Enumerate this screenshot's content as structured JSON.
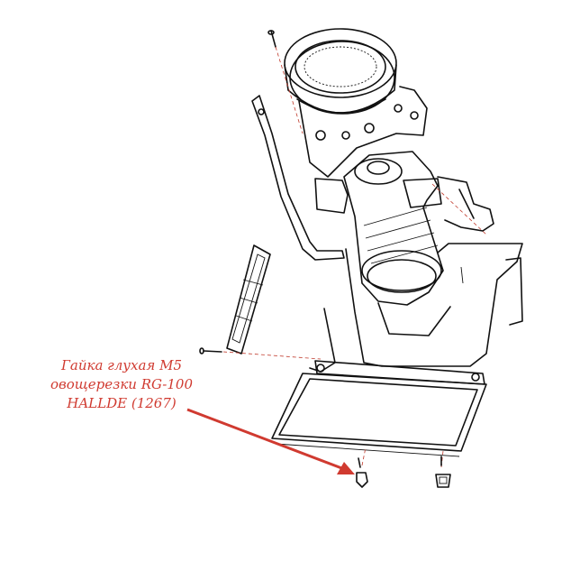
{
  "callout": {
    "lines": [
      "Гайка глухая М5",
      "овощерезки RG-100",
      "HALLDE (1267)"
    ]
  },
  "colors": {
    "callout_text": "#d03a30",
    "arrow": "#d03a30",
    "line_art": "#111111",
    "guide_lines": "#c0392b"
  }
}
